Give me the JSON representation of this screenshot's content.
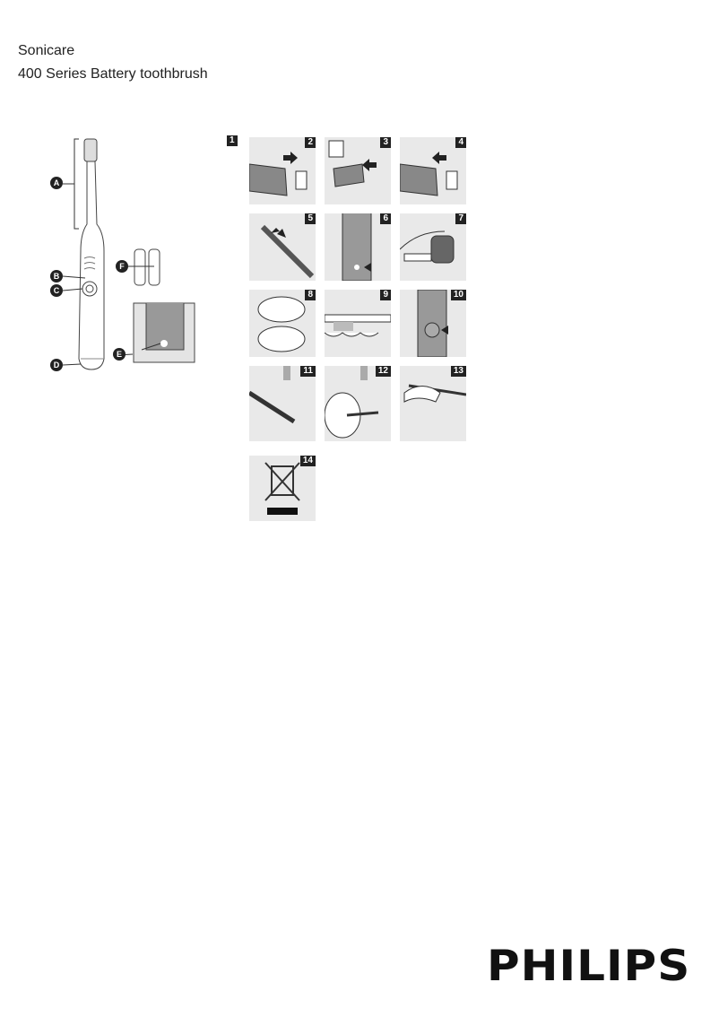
{
  "header": {
    "brand": "Sonicare",
    "product": "400 Series Battery toothbrush"
  },
  "overview": {
    "labels": [
      "A",
      "B",
      "C",
      "D",
      "E",
      "F"
    ],
    "figure_number": "1"
  },
  "steps": [
    "2",
    "3",
    "4",
    "5",
    "6",
    "7",
    "8",
    "9",
    "10",
    "11",
    "12",
    "13",
    "14"
  ],
  "logo": "PHILIPS"
}
